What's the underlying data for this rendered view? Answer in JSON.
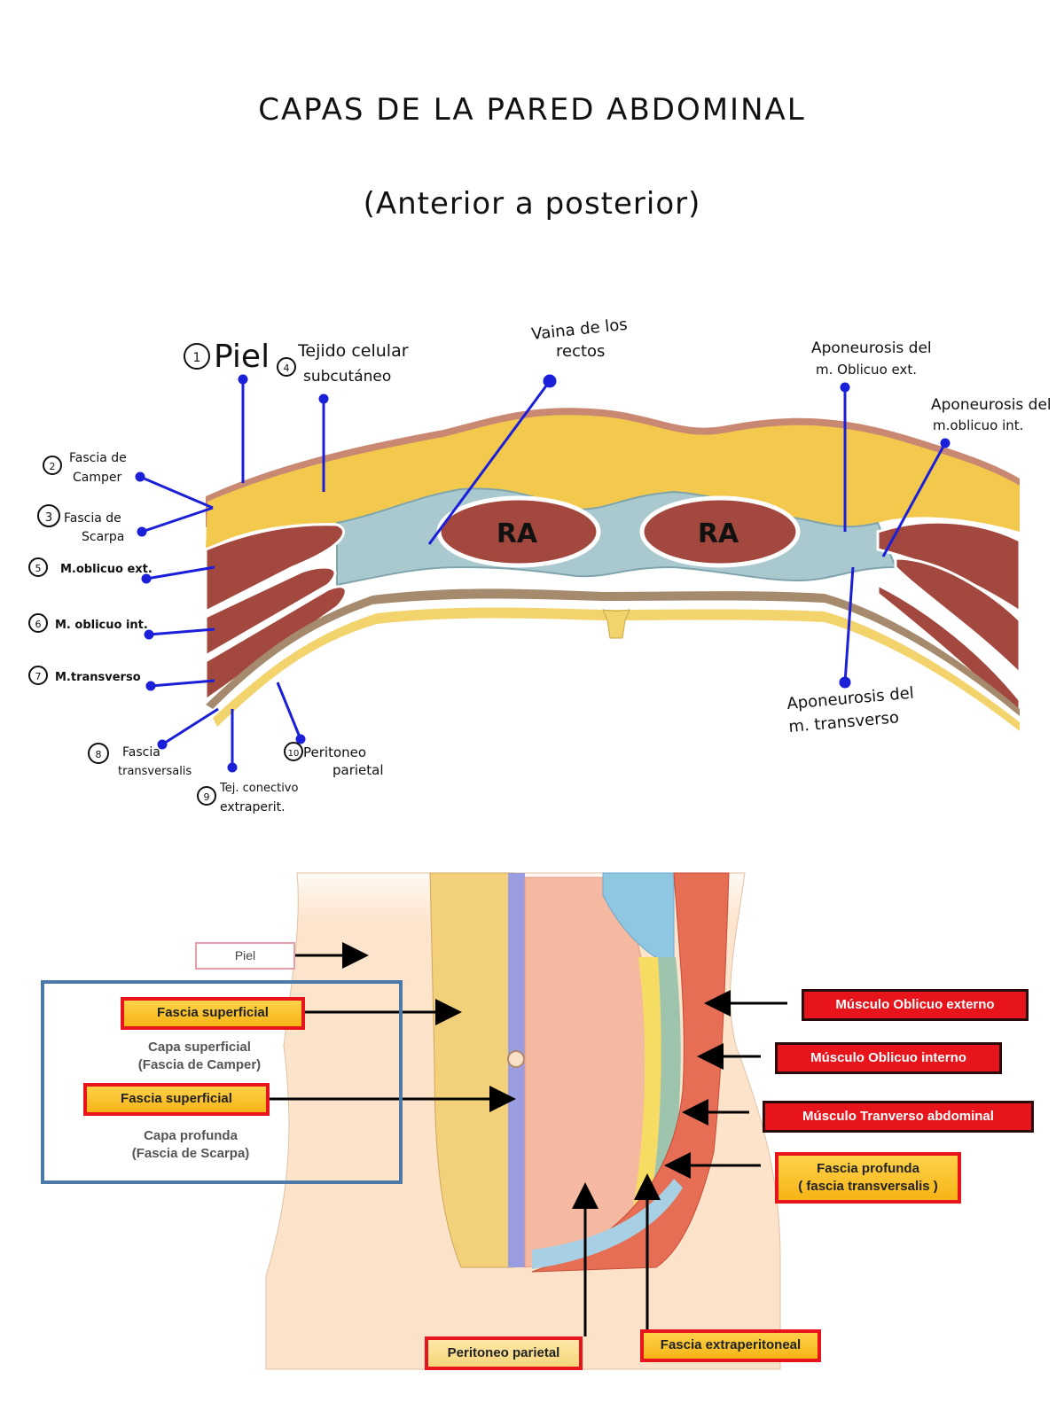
{
  "title": "CAPAS DE LA PARED ABDOMINAL",
  "subtitle": "(Anterior a posterior)",
  "cross_section": {
    "muscle_label": "RA",
    "labels": {
      "piel": {
        "num": "1",
        "text": "Piel"
      },
      "camper": {
        "num": "2",
        "line1": "Fascia de",
        "line2": "Camper"
      },
      "scarpa": {
        "num": "3",
        "line1": "Fascia de",
        "line2": "Scarpa"
      },
      "tejido": {
        "num": "4",
        "line1": "Tejido celular",
        "line2": "subcutáneo"
      },
      "ext": {
        "num": "5",
        "text": "M.oblicuo ext."
      },
      "int": {
        "num": "6",
        "text": "M. oblicuo int."
      },
      "transv": {
        "num": "7",
        "text": "M.transverso"
      },
      "fascia_t": {
        "num": "8",
        "line1": "Fascia",
        "line2": "transversalis"
      },
      "tej_con": {
        "num": "9",
        "line1": "Tej. conectivo",
        "line2": "extraperit."
      },
      "perit": {
        "num": "10",
        "line1": "Peritoneo",
        "line2": "parietal"
      },
      "vaina": {
        "line1": "Vaina de los",
        "line2": "rectos"
      },
      "apo_ext": {
        "line1": "Aponeurosis del",
        "line2": "m. Oblicuo ext."
      },
      "apo_int": {
        "line1": "Aponeurosis del",
        "line2": "m.oblicuo int."
      },
      "apo_transv": {
        "line1": "Aponeurosis del",
        "line2": "m. transverso"
      }
    }
  },
  "body_diagram": {
    "piel": "Piel",
    "fascia_sup_1": "Fascia superficial",
    "capa_sup_1": "Capa superficial",
    "capa_sup_2": "(Fascia de Camper)",
    "fascia_sup_2": "Fascia superficial",
    "capa_prof_1": "Capa profunda",
    "capa_prof_2": "(Fascia de Scarpa)",
    "oblicuo_ext": "Músculo Oblicuo externo",
    "oblicuo_int": "Músculo Oblicuo interno",
    "transverso": "Músculo Tranverso abdominal",
    "fascia_prof_1": "Fascia profunda",
    "fascia_prof_2": "( fascia transversalis )",
    "peritoneo": "Peritoneo parietal",
    "extraperitoneal": "Fascia extraperitoneal"
  },
  "colors": {
    "fat": "#f2c94c",
    "muscle": "#a2483e",
    "sheath": "#a9c9cf",
    "pointer": "#1b20d8",
    "label_red": "#e8141b",
    "label_yellow": "#f6b416"
  }
}
